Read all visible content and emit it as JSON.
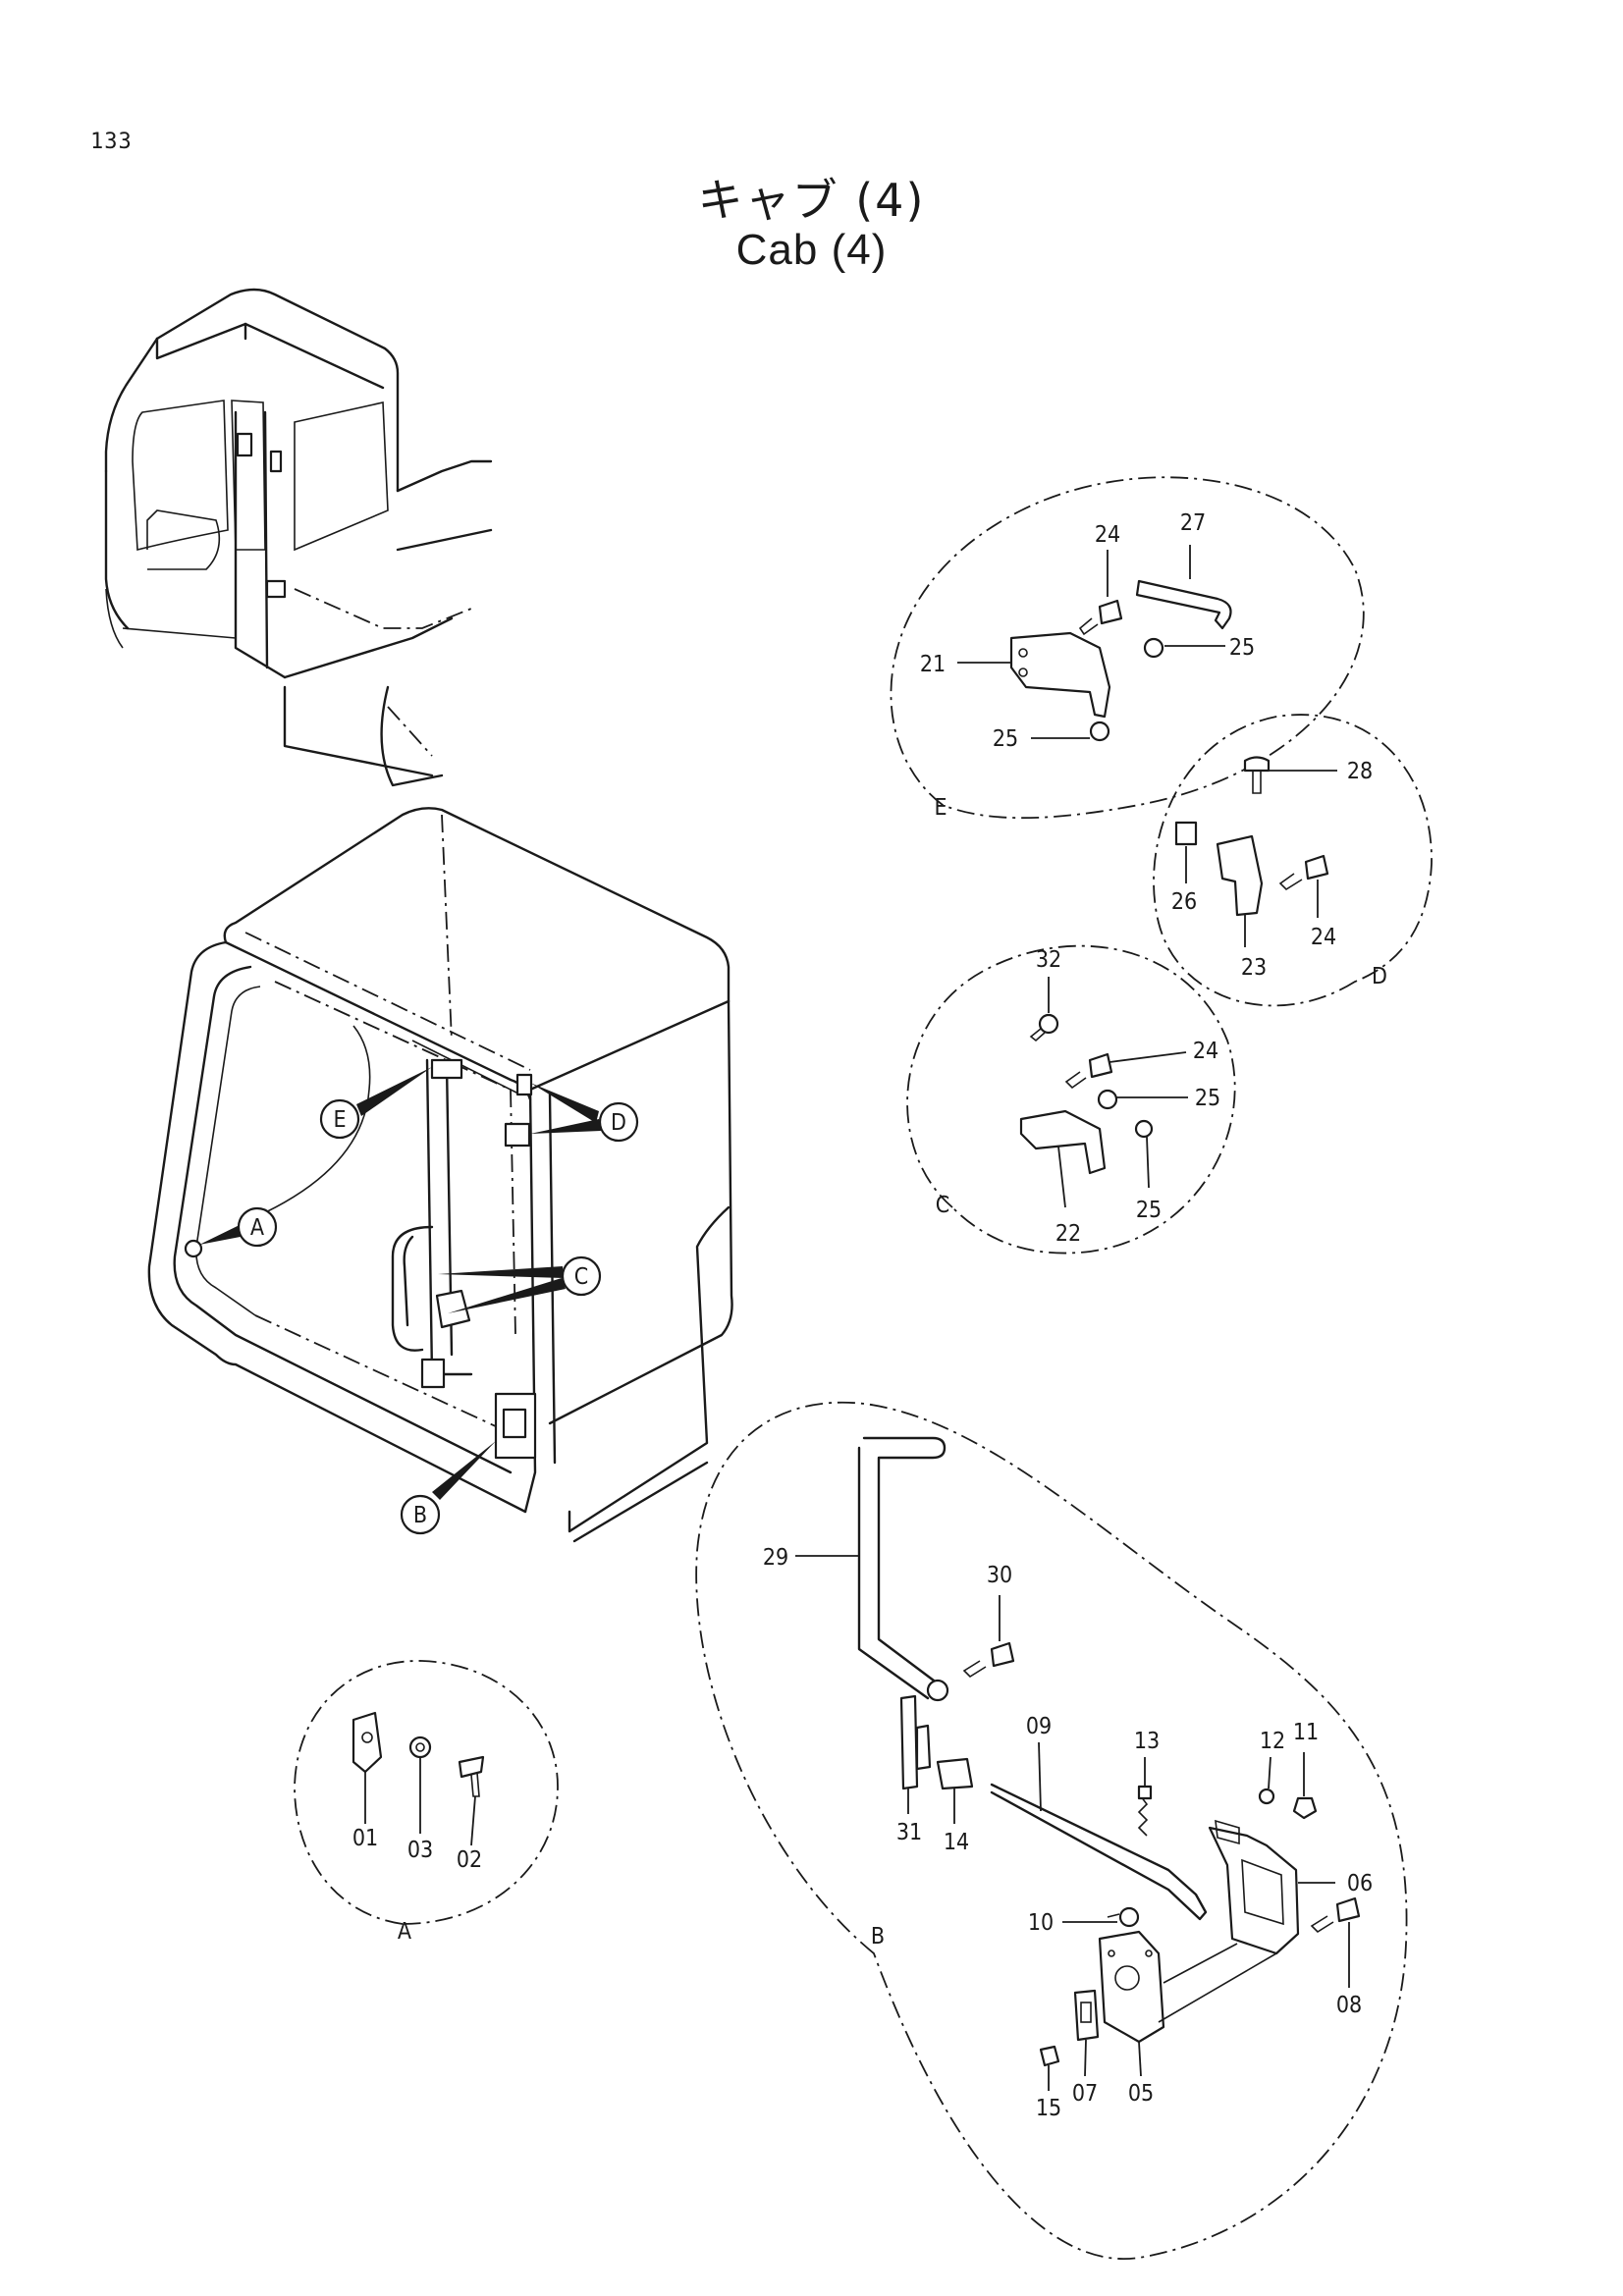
{
  "page_number": "133",
  "title_jp": "キャブ (4)",
  "title_en": "Cab (4)",
  "callouts": {
    "a": "A",
    "b": "B",
    "c": "C",
    "d": "D",
    "e": "E"
  },
  "detail_labels": {
    "e": "E",
    "d": "D",
    "c": "C",
    "a": "A",
    "b": "B"
  },
  "parts": {
    "detail_e": [
      "24",
      "27",
      "21",
      "25",
      "25"
    ],
    "detail_d": [
      "28",
      "26",
      "23",
      "24"
    ],
    "detail_c": [
      "32",
      "24",
      "25",
      "22",
      "25"
    ],
    "detail_a": [
      "01",
      "03",
      "02"
    ],
    "detail_b": [
      "29",
      "30",
      "31",
      "14",
      "09",
      "13",
      "12",
      "11",
      "06",
      "10",
      "08",
      "05",
      "07",
      "15"
    ]
  }
}
